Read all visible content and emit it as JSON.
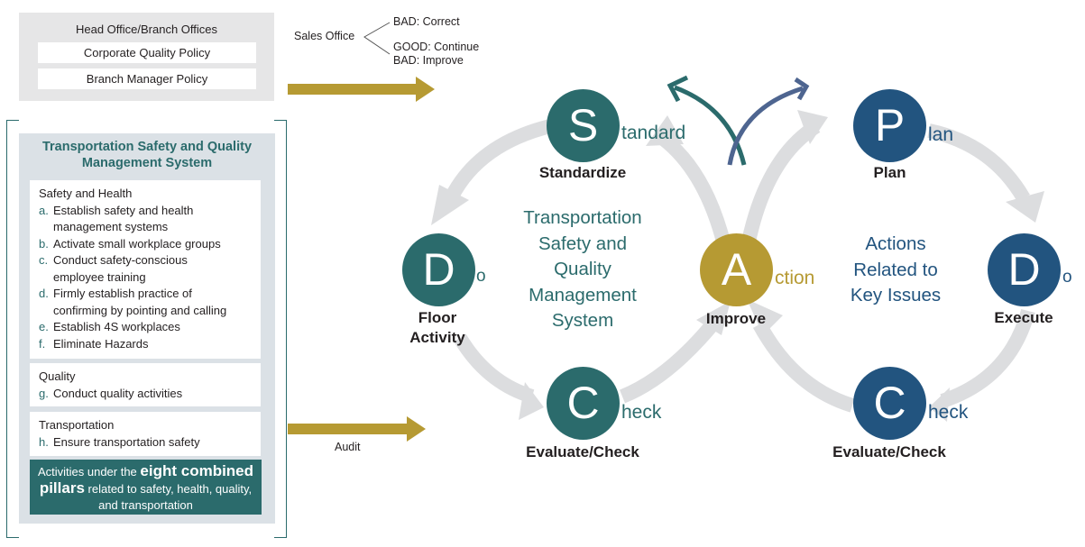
{
  "policy_panel": {
    "title": "Head Office/Branch Offices",
    "items": [
      "Corporate Quality Policy",
      "Branch Manager Policy"
    ]
  },
  "sales_office": {
    "label": "Sales Office",
    "options": [
      "BAD: Correct",
      "GOOD: Continue",
      "BAD: Improve"
    ]
  },
  "system_panel": {
    "title_line1": "Transportation Safety and Quality",
    "title_line2": "Management System",
    "groups": [
      {
        "heading": "Safety and Health",
        "items": [
          {
            "letter": "a.",
            "lines": [
              "Establish safety and health",
              "management systems"
            ]
          },
          {
            "letter": "b.",
            "lines": [
              "Activate small workplace groups"
            ]
          },
          {
            "letter": "c.",
            "lines": [
              "Conduct safety-conscious",
              "employee training"
            ]
          },
          {
            "letter": "d.",
            "lines": [
              "Firmly establish practice of",
              "confirming by pointing and calling"
            ]
          },
          {
            "letter": "e.",
            "lines": [
              "Establish 4S workplaces"
            ]
          },
          {
            "letter": "f.",
            "lines": [
              "Eliminate Hazards"
            ]
          }
        ]
      },
      {
        "heading": "Quality",
        "items": [
          {
            "letter": "g.",
            "lines": [
              "Conduct quality activities"
            ]
          }
        ]
      },
      {
        "heading": "Transportation",
        "items": [
          {
            "letter": "h.",
            "lines": [
              "Ensure transportation safety"
            ]
          }
        ]
      }
    ],
    "pillars": {
      "pre": "Activities under the ",
      "big1": "eight combined",
      "big2": "pillars",
      "post1": " related to safety, health, quality,",
      "post2": "and transportation"
    }
  },
  "audit_label": "Audit",
  "left_cycle": {
    "center_text": [
      "Transportation",
      "Safety and",
      "Quality",
      "Management",
      "System"
    ],
    "nodes": {
      "standardize": {
        "letter": "S",
        "suffix": "tandard",
        "label": "Standardize"
      },
      "do": {
        "letter": "D",
        "suffix": "o",
        "label_lines": [
          "Floor",
          "Activity"
        ]
      },
      "check": {
        "letter": "C",
        "suffix": "heck",
        "label": "Evaluate/Check"
      }
    }
  },
  "action_node": {
    "letter": "A",
    "suffix": "ction",
    "label": "Improve"
  },
  "right_cycle": {
    "center_text": [
      "Actions",
      "Related to",
      "Key Issues"
    ],
    "nodes": {
      "plan": {
        "letter": "P",
        "suffix": "lan",
        "label": "Plan"
      },
      "do": {
        "letter": "D",
        "suffix": "o",
        "label": "Execute"
      },
      "check": {
        "letter": "C",
        "suffix": "heck",
        "label": "Evaluate/Check"
      }
    }
  },
  "colors": {
    "teal": "#2b6b6c",
    "navy": "#22547f",
    "gold": "#b69a33",
    "cycle_arrow_gray": "#dcdddf",
    "branch_arrow_blue": "#4e6590"
  }
}
